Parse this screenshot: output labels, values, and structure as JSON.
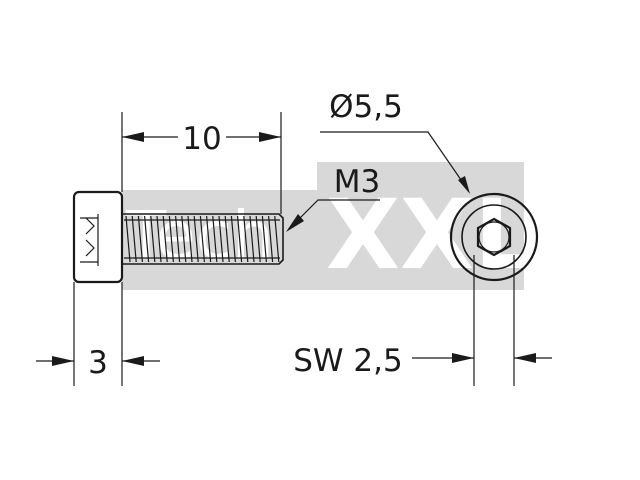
{
  "watermark": {
    "brand_left": "Tech",
    "brand_right": "XXL",
    "color": "#d8d8d8"
  },
  "dimensions": {
    "length": "10",
    "head_diameter": "Ø5,5",
    "thread": "M3",
    "head_height": "3",
    "key_size": "SW 2,5"
  },
  "colors": {
    "line": "#1a1a1a",
    "background": "#ffffff"
  }
}
